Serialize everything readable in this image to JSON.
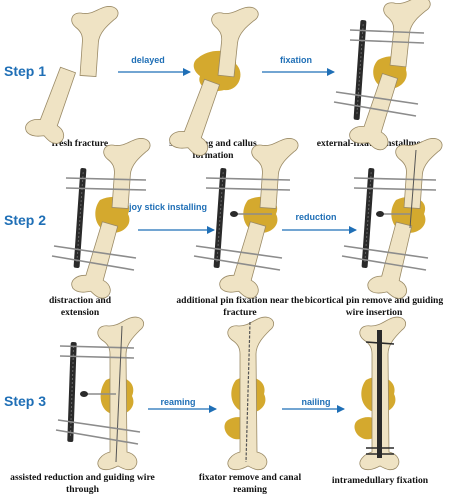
{
  "steps": [
    {
      "label": "Step 1",
      "panels": [
        {
          "caption": "fresh fracture"
        },
        {
          "caption": "shortening and callus formation"
        },
        {
          "caption": "external-fixator installment"
        }
      ],
      "arrows": [
        "delayed",
        "fixation"
      ]
    },
    {
      "label": "Step 2",
      "panels": [
        {
          "caption": "distraction and extension"
        },
        {
          "caption": "additional pin fixation near the fracture"
        },
        {
          "caption": "bicortical pin remove and guiding wire insertion"
        }
      ],
      "arrows": [
        "joy stick installing",
        "reduction"
      ]
    },
    {
      "label": "Step 3",
      "panels": [
        {
          "caption": "assisted reduction and guiding wire through"
        },
        {
          "caption": "fixator remove and canal reaming"
        },
        {
          "caption": "intramedullary fixation"
        }
      ],
      "arrows": [
        "reaming",
        "nailing"
      ]
    }
  ],
  "colors": {
    "bone": "#efe3c4",
    "bone_outline": "#9a8a66",
    "callus": "#d4a92e",
    "fixator": "#2a2a2a",
    "pin": "#8c8c8c",
    "accent": "#1f6fb6"
  },
  "icons": [
    "femur-bone",
    "callus-mass",
    "external-fixator-frame",
    "fixation-pin",
    "joystick-pin",
    "guide-wire",
    "reamer",
    "intramedullary-nail"
  ]
}
